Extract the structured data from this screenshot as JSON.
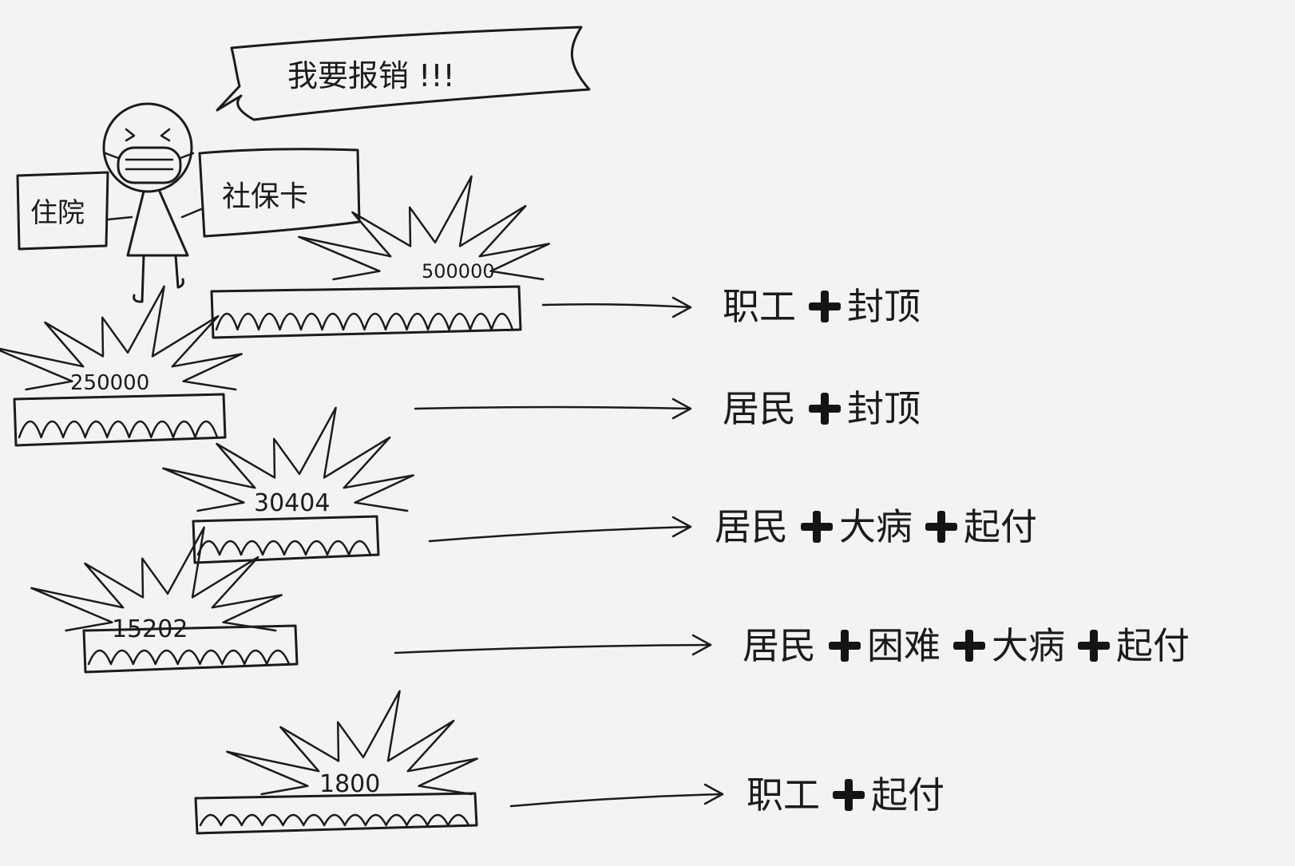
{
  "speech_bubble": {
    "text": "我要报销 !!!"
  },
  "person": {
    "left_card": "住院",
    "right_card": "社保卡"
  },
  "tiers": [
    {
      "amount": "500000",
      "formula": [
        "职工",
        "封顶"
      ]
    },
    {
      "amount": "250000",
      "formula": [
        "居民",
        "封顶"
      ]
    },
    {
      "amount": "30404",
      "formula": [
        "居民",
        "大病",
        "起付"
      ]
    },
    {
      "amount": "15202",
      "formula": [
        "居民",
        "困难",
        "大病",
        "起付"
      ]
    },
    {
      "amount": "1800",
      "formula": [
        "职工",
        "起付"
      ]
    }
  ],
  "colors": {
    "ink": "#1b1b1b",
    "paper": "#f3f2f4"
  }
}
